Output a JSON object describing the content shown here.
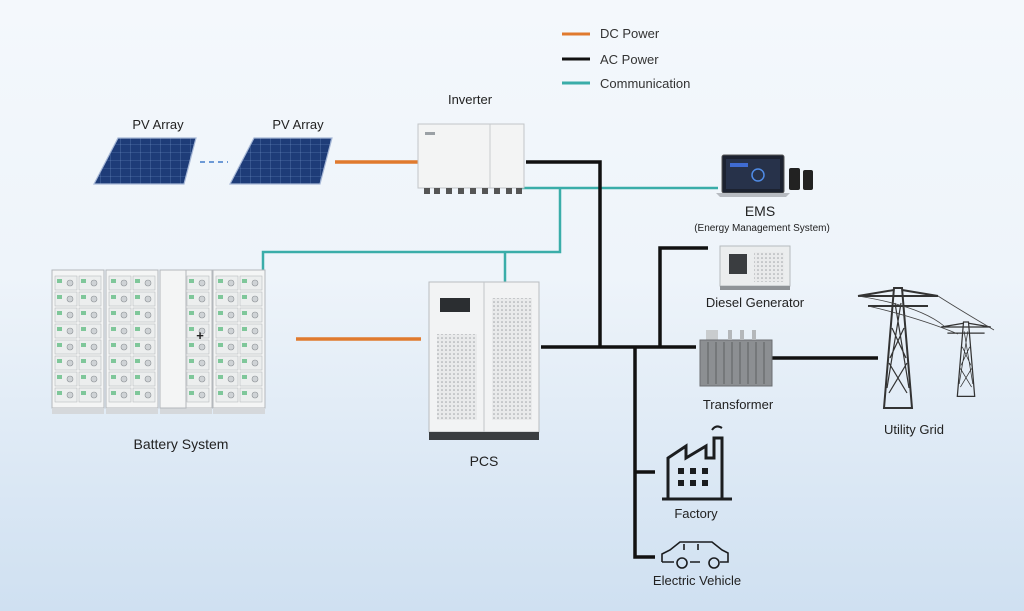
{
  "legend": [
    {
      "label": "DC Power",
      "color": "#e07a2e"
    },
    {
      "label": "AC Power",
      "color": "#111111"
    },
    {
      "label": "Communication",
      "color": "#3aada9"
    }
  ],
  "labels": {
    "pv_array_1": "PV Array",
    "pv_array_2": "PV Array",
    "inverter": "Inverter",
    "ems": "EMS",
    "ems_full": "(Energy Management System)",
    "diesel_generator": "Diesel Generator",
    "transformer": "Transformer",
    "utility_grid": "Utility Grid",
    "battery_system": "Battery System",
    "plus": "+",
    "pcs": "PCS",
    "factory": "Factory",
    "electric_vehicle": "Electric Vehicle"
  },
  "colors": {
    "dc": "#e07a2e",
    "ac": "#111111",
    "comm": "#3aada9",
    "panel": "#1f3f7a",
    "cabinet": "#f2f3f4"
  }
}
